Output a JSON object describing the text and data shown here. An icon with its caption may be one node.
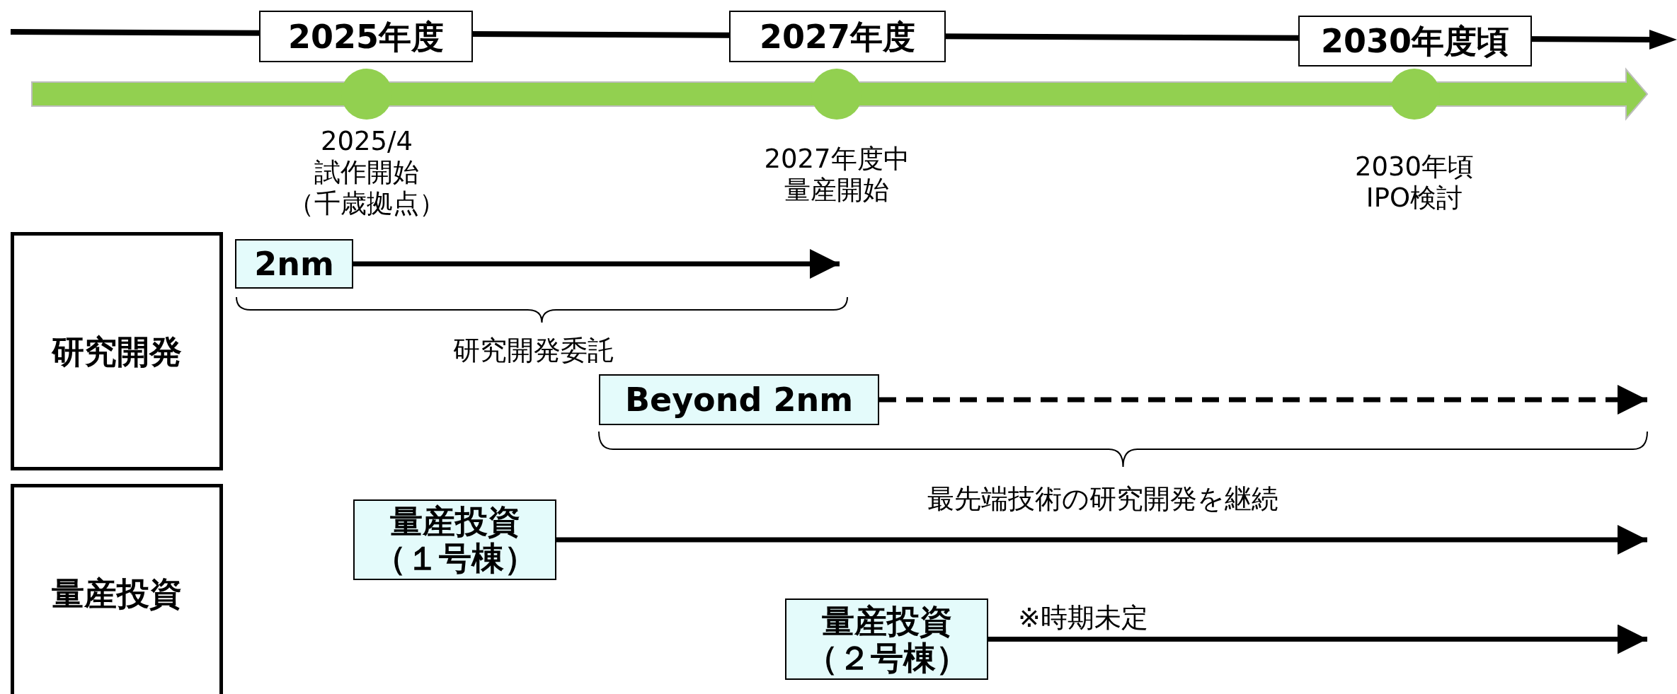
{
  "diagram": {
    "nodes": [
      {
        "text": [
          "2025年度"
        ]
      },
      {
        "text": [
          "2027年度"
        ]
      },
      {
        "text": [
          "2030年度頃"
        ]
      },
      {
        "text": [],
        "shape": "circle",
        "beside": [
          "2025/4",
          "試作開始",
          "（千歳拠点）"
        ]
      },
      {
        "text": [],
        "shape": "circle",
        "beside": [
          "2027年度中",
          "量産開始"
        ]
      },
      {
        "text": [],
        "shape": "circle",
        "beside": [
          "2030年頃",
          "IPO検討"
        ]
      },
      {
        "text": [
          "研究開発"
        ]
      },
      {
        "text": [
          "2nm"
        ]
      },
      {
        "text": [
          "Beyond 2nm"
        ]
      },
      {
        "text": [
          "量産投資"
        ]
      },
      {
        "text": [
          "量産投資（１号棟）"
        ]
      },
      {
        "text": [
          "量産投資（２号棟）"
        ]
      }
    ],
    "edges": [
      {
        "from": 7,
        "to": null,
        "arrow": "to"
      },
      {
        "from": 8,
        "to": null,
        "arrow": "to",
        "style": "dashed"
      },
      {
        "from": 10,
        "to": null,
        "arrow": "to"
      },
      {
        "from": 11,
        "to": null,
        "arrow": "to"
      }
    ],
    "labels": [
      "研究開発委託",
      "最先端技術の研究開発を継続",
      "※時期未定"
    ]
  }
}
